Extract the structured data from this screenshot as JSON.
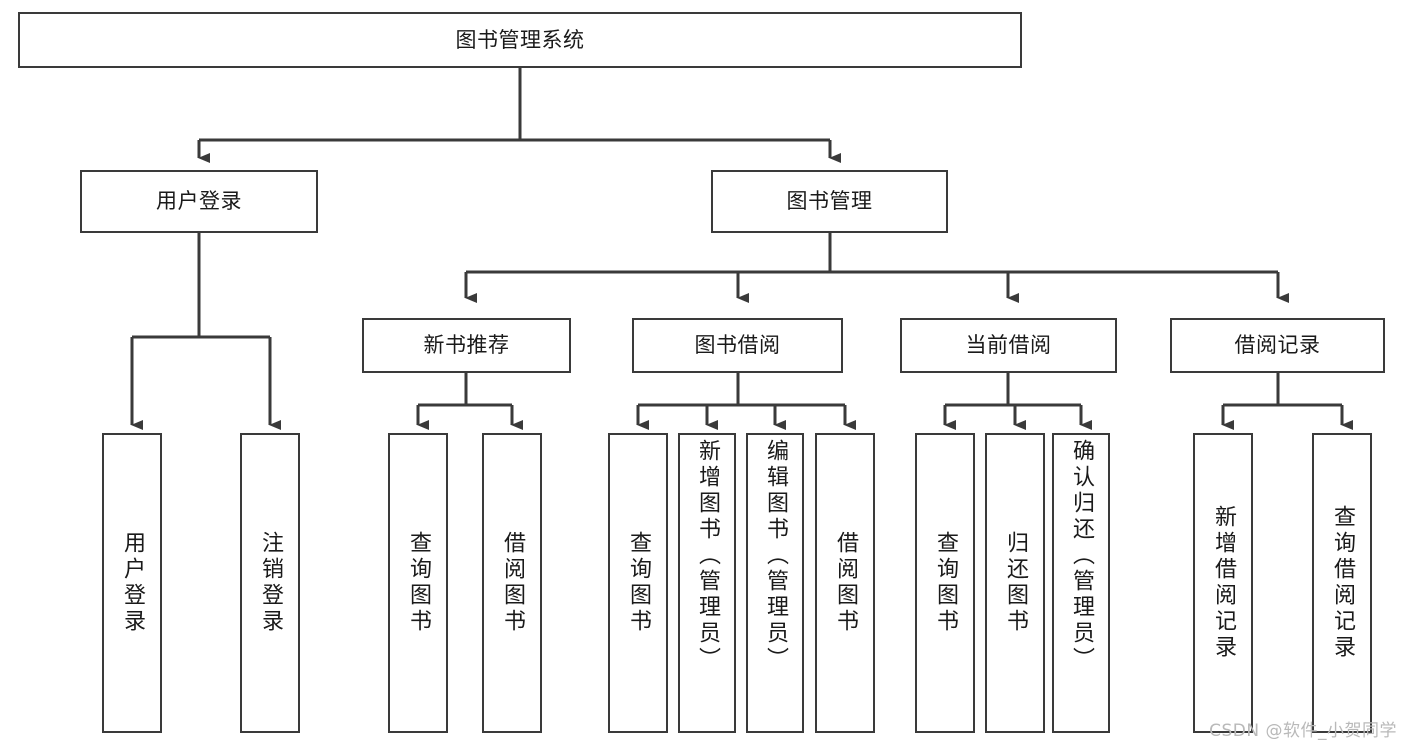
{
  "diagram": {
    "title": "图书管理系统",
    "type": "hierarchy-tree",
    "watermark": "CSDN @软件_小贺同学",
    "colors": {
      "stroke": "#3a3a3a",
      "fill": "#ffffff",
      "text": "#1a1a1a",
      "watermark": "#b9b9b9"
    },
    "levels": {
      "root": "图书管理系统",
      "level2": [
        "用户登录",
        "图书管理"
      ],
      "level3": [
        "新书推荐",
        "图书借阅",
        "当前借阅",
        "借阅记录"
      ]
    },
    "nodes": {
      "root": {
        "label": "图书管理系统",
        "orientation": "horizontal"
      },
      "user_login": {
        "label": "用户登录",
        "orientation": "horizontal"
      },
      "book_manage": {
        "label": "图书管理",
        "orientation": "horizontal"
      },
      "new_book_rec": {
        "label": "新书推荐",
        "orientation": "horizontal"
      },
      "book_borrow": {
        "label": "图书借阅",
        "orientation": "horizontal"
      },
      "current_borrow": {
        "label": "当前借阅",
        "orientation": "horizontal"
      },
      "borrow_record": {
        "label": "借阅记录",
        "orientation": "horizontal"
      },
      "leaf_user_login": {
        "label": "用户登录",
        "orientation": "vertical"
      },
      "leaf_logout": {
        "label": "注销登录",
        "orientation": "vertical"
      },
      "leaf_query_book_1": {
        "label": "查询图书",
        "orientation": "vertical"
      },
      "leaf_borrow_book_1": {
        "label": "借阅图书",
        "orientation": "vertical"
      },
      "leaf_query_book_2": {
        "label": "查询图书",
        "orientation": "vertical"
      },
      "leaf_add_book": {
        "label": "新增图书（管理员）",
        "orientation": "vertical"
      },
      "leaf_edit_book": {
        "label": "编辑图书（管理员）",
        "orientation": "vertical"
      },
      "leaf_borrow_book_2": {
        "label": "借阅图书",
        "orientation": "vertical"
      },
      "leaf_query_book_3": {
        "label": "查询图书",
        "orientation": "vertical"
      },
      "leaf_return_book": {
        "label": "归还图书",
        "orientation": "vertical"
      },
      "leaf_confirm_return": {
        "label": "确认归还（管理员）",
        "orientation": "vertical"
      },
      "leaf_add_record": {
        "label": "新增借阅记录",
        "orientation": "vertical"
      },
      "leaf_query_record": {
        "label": "查询借阅记录",
        "orientation": "vertical"
      }
    }
  }
}
